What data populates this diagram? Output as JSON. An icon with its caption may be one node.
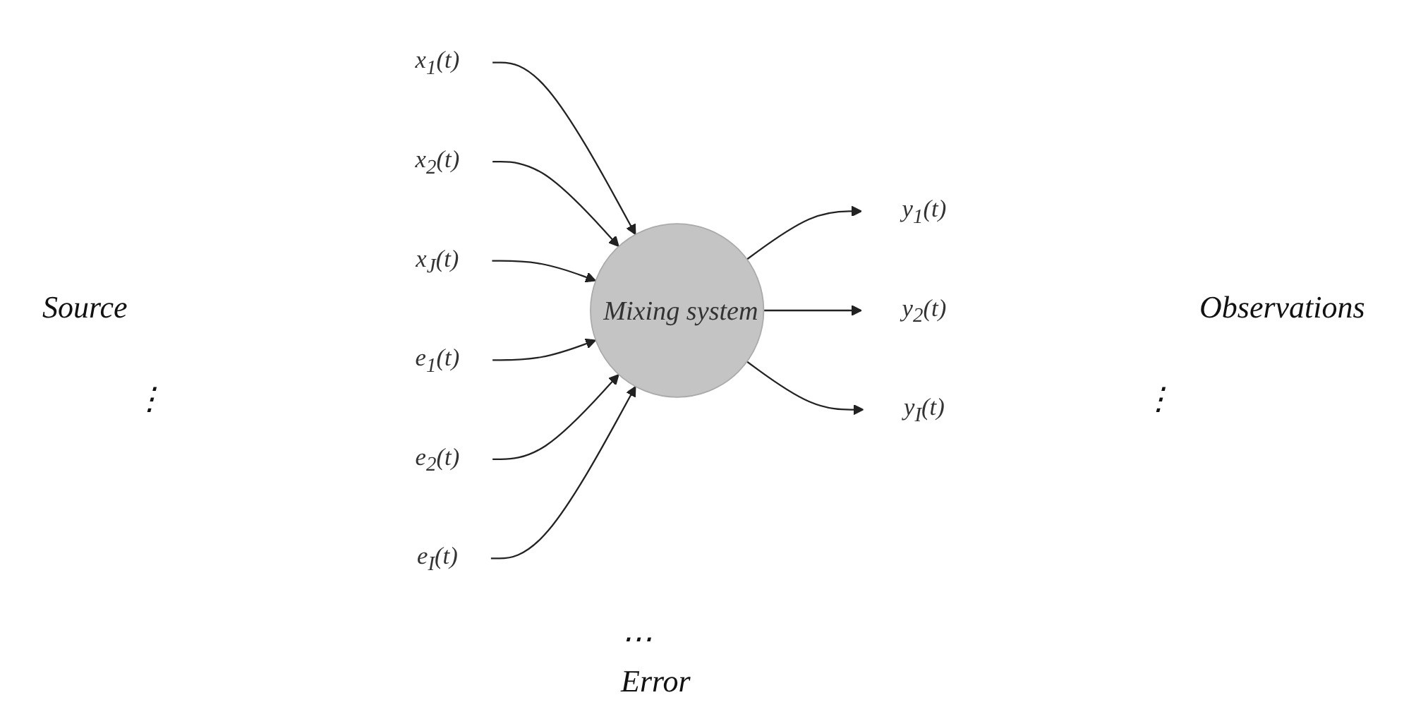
{
  "diagram": {
    "nodes": [
      {
        "text": [
          "x$_{1}$(t)"
        ]
      },
      {
        "text": [
          "x$_{2}$(t)"
        ]
      },
      {
        "text": [
          "x$_{J}$(t)"
        ]
      },
      {
        "text": [
          "Mixing system"
        ]
      },
      {
        "text": [
          "y$_{1}$(t)"
        ]
      },
      {
        "text": [
          "y$_{2}$(t)"
        ]
      },
      {
        "text": [
          "y$_{I}$(t)"
        ]
      },
      {
        "text": [
          "e$_{1}$(t)"
        ]
      },
      {
        "text": [
          "e$_{2}$(t)"
        ]
      },
      {
        "text": [
          "e$_{I}$(t)"
        ]
      }
    ],
    "edges": [
      {
        "from": 0,
        "to": 3,
        "arrow": "to"
      },
      {
        "from": 1,
        "to": 3,
        "arrow": "to"
      },
      {
        "from": 2,
        "to": 3,
        "arrow": "to"
      },
      {
        "from": 3,
        "to": 4,
        "arrow": "to"
      },
      {
        "from": 3,
        "to": 5,
        "arrow": "to"
      },
      {
        "from": 3,
        "to": 6,
        "arrow": "to"
      },
      {
        "from": 7,
        "to": 3,
        "arrow": "to"
      },
      {
        "from": 8,
        "to": 3,
        "arrow": "to"
      },
      {
        "from": 9,
        "to": 3,
        "arrow": "to"
      }
    ],
    "labels": [
      "Source",
      "Observations",
      "⋮",
      "⋮",
      "⋯",
      "Error"
    ]
  }
}
